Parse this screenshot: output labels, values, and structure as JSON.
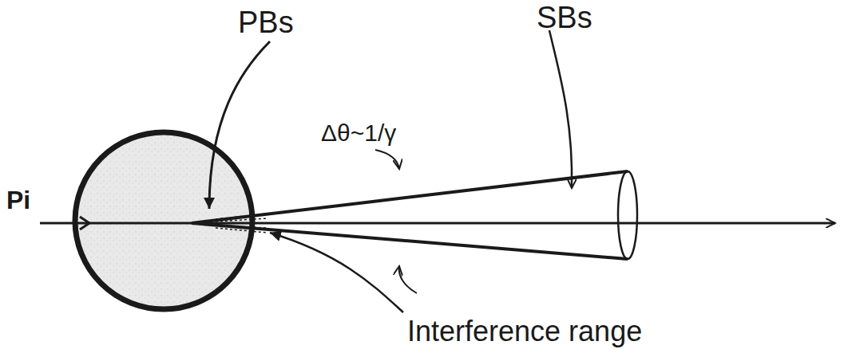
{
  "diagram": {
    "labels": [
      "Pi",
      "PBs",
      "SBs",
      "Δθ~1/γ",
      "Interference range"
    ]
  }
}
